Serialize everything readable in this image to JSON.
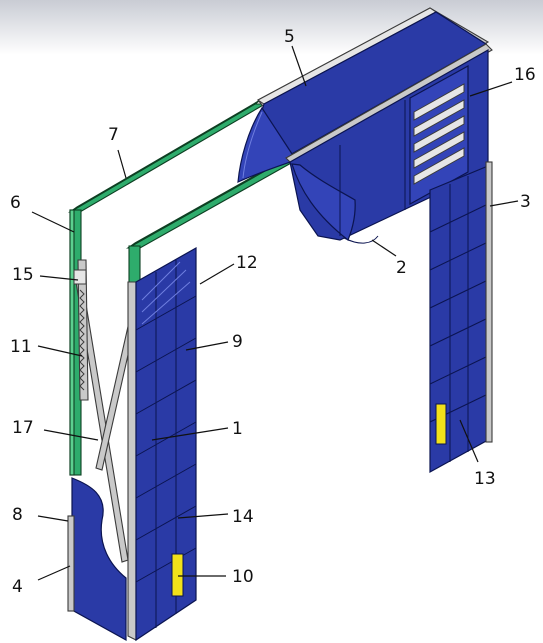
{
  "labels": {
    "l1": "1",
    "l2": "2",
    "l3": "3",
    "l4": "4",
    "l5": "5",
    "l6": "6",
    "l7": "7",
    "l8": "8",
    "l9": "9",
    "l10": "10",
    "l11": "11",
    "l12": "12",
    "l13": "13",
    "l14": "14",
    "l15": "15",
    "l16": "16",
    "l17": "17"
  },
  "colors": {
    "curtain": "#2a3aa6",
    "frame": "#2eac6c",
    "metal": "#c9c9c9",
    "warning_panel": "#f2e11a"
  }
}
